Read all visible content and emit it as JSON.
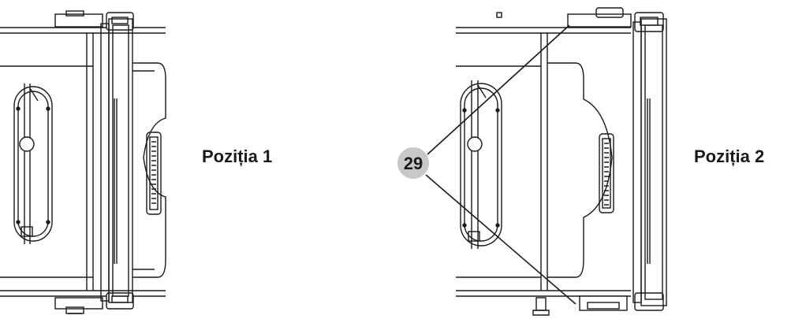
{
  "labels": {
    "position_1": "Poziția 1",
    "position_2": "Poziția 2"
  },
  "callout": {
    "number": "29",
    "fill_color": "#c8c8c8"
  },
  "colors": {
    "line": "#1a1a1a",
    "background": "#ffffff"
  }
}
